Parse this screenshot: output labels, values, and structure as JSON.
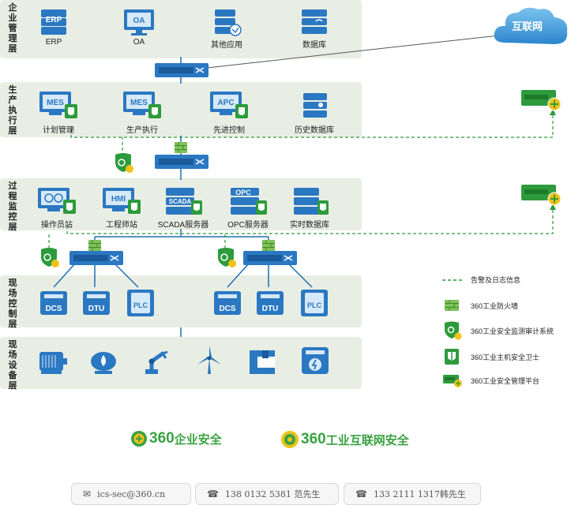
{
  "layers": [
    {
      "title": "企业管理层"
    },
    {
      "title": "生产执行层"
    },
    {
      "title": "过程监控层"
    },
    {
      "title": "现场控制层"
    },
    {
      "title": "现场设备层"
    }
  ],
  "internet": {
    "label": "互联网"
  },
  "enterprise_devices": [
    {
      "icon_text": "ERP",
      "label": "ERP"
    },
    {
      "icon_text": "OA",
      "label": "OA"
    },
    {
      "icon_text": "",
      "label": "其他应用"
    },
    {
      "icon_text": "",
      "label": "数据库"
    }
  ],
  "production_devices": [
    {
      "icon_text": "MES",
      "label": "计划管理"
    },
    {
      "icon_text": "MES",
      "label": "生产执行"
    },
    {
      "icon_text": "APC",
      "label": "先进控制"
    },
    {
      "icon_text": "",
      "label": "历史数据库"
    }
  ],
  "monitor_devices": [
    {
      "icon_text": "",
      "label": "操作员站"
    },
    {
      "icon_text": "HMI",
      "label": "工程师站"
    },
    {
      "icon_text": "SCADA",
      "label": "SCADA服务器"
    },
    {
      "icon_text": "OPC",
      "label": "OPC服务器"
    },
    {
      "icon_text": "",
      "label": "实时数据库"
    }
  ],
  "control_devices": [
    {
      "label": "DCS"
    },
    {
      "label": "DTU"
    },
    {
      "label": "PLC"
    },
    {
      "label": "DCS"
    },
    {
      "label": "DTU"
    },
    {
      "label": "PLC"
    }
  ],
  "field_devices": [
    {
      "icon": "motor-icon"
    },
    {
      "icon": "pump-icon"
    },
    {
      "icon": "robot-arm-icon"
    },
    {
      "icon": "wind-turbine-icon"
    },
    {
      "icon": "machine-tool-icon"
    },
    {
      "icon": "meter-icon"
    }
  ],
  "legend": [
    {
      "icon": "dashed-line",
      "label": "告警及日志信息"
    },
    {
      "icon": "firewall-icon",
      "label": "360工业防火墙"
    },
    {
      "icon": "audit-icon",
      "label": "360工业安全监测审计系统"
    },
    {
      "icon": "host-guard-icon",
      "label": "360工业主机安全卫士"
    },
    {
      "icon": "platform-icon",
      "label": "360工业安全管理平台"
    }
  ],
  "brands": [
    {
      "number": "360",
      "text": "企业安全"
    },
    {
      "number": "360",
      "text": "工业互联网安全"
    }
  ],
  "contacts": [
    {
      "icon": "mail-icon",
      "text": "ics-sec@360.cn"
    },
    {
      "icon": "phone-icon",
      "text": "138 0132 5381 范先生"
    },
    {
      "icon": "phone-icon",
      "text": "133 2111 1317韩先生"
    }
  ],
  "colors": {
    "band": "#e9eee4",
    "device_blue": "#2b78c2",
    "green": "#2d9b3c",
    "line_blue": "#1f6fb4",
    "brand_green": "#3aa241",
    "brand_yellow": "#f0c21a"
  }
}
